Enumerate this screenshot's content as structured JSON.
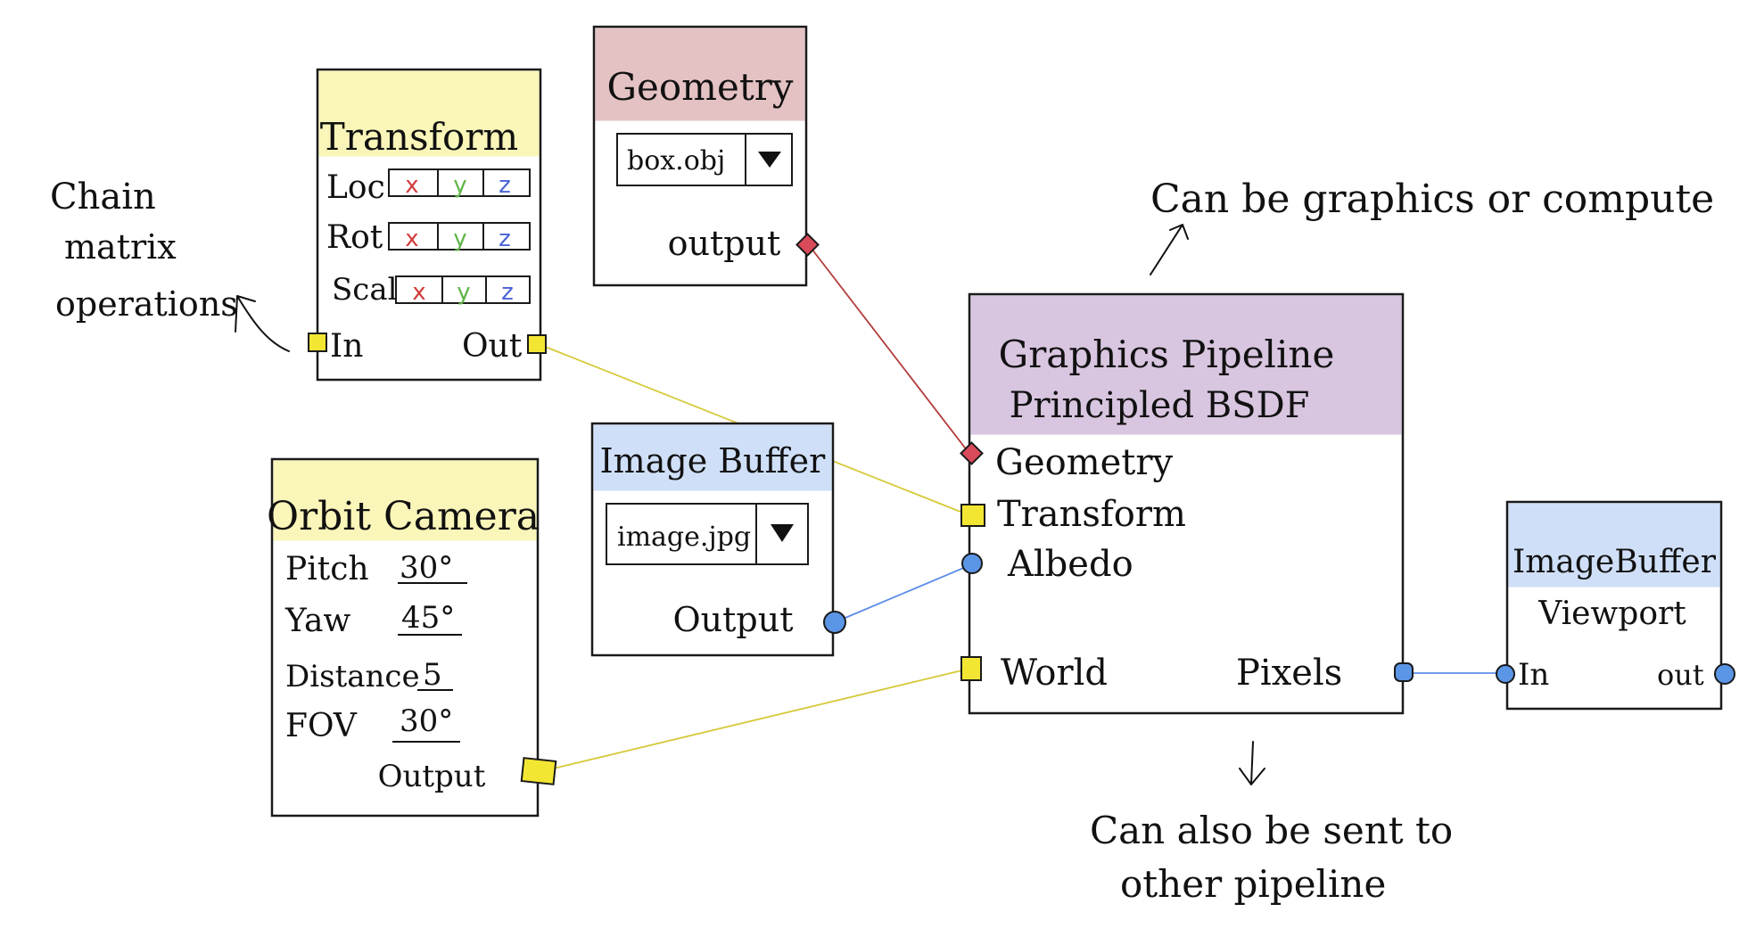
{
  "colors": {
    "yellow_header": "#faf6b9",
    "pink_header": "#e4c2c3",
    "blue_header": "#cfdff8",
    "purple_header": "#d8c5df",
    "yellow_socket": "#f3e633",
    "red_socket": "#d94a5a",
    "blue_socket": "#5b95e6",
    "x_color": "#d23b3b",
    "y_color": "#5fb548",
    "z_color": "#4a63d6",
    "yellow_wire": "#d6c93a",
    "red_wire": "#b23b3b",
    "blue_wire": "#5b8de6"
  },
  "nodes": {
    "transform": {
      "title": "Transform",
      "rows": [
        {
          "label": "Loc",
          "x": "x",
          "y": "y",
          "z": "z"
        },
        {
          "label": "Rot",
          "x": "x",
          "y": "y",
          "z": "z"
        },
        {
          "label": "Scale",
          "x": "x",
          "y": "y",
          "z": "z"
        }
      ],
      "in_label": "In",
      "out_label": "Out"
    },
    "geometry": {
      "title": "Geometry",
      "file_value": "box.obj",
      "output_label": "output"
    },
    "image_buffer": {
      "title": "Image Buffer",
      "file_value": "image.jpg",
      "output_label": "Output"
    },
    "orbit_camera": {
      "title": "Orbit Camera",
      "params": [
        {
          "label": "Pitch",
          "value": "30°"
        },
        {
          "label": "Yaw",
          "value": "45°"
        },
        {
          "label": "Distance",
          "value": "5"
        },
        {
          "label": "FOV",
          "value": "30°"
        }
      ],
      "output_label": "Output"
    },
    "graphics_pipeline": {
      "title_line1": "Graphics Pipeline",
      "title_line2": "Principled BSDF",
      "inputs": [
        "Geometry",
        "Transform",
        "Albedo",
        "World"
      ],
      "output_label": "Pixels"
    },
    "viewport": {
      "title_line1": "ImageBuffer",
      "title_line2": "Viewport",
      "in_label": "In",
      "out_label": "out"
    }
  },
  "annotations": {
    "chain_line1": "Chain",
    "chain_line2": "matrix",
    "chain_line3": "operations",
    "compute_note": "Can be graphics or compute",
    "pipeline_note_line1": "Can also be sent to",
    "pipeline_note_line2": "other pipeline"
  }
}
